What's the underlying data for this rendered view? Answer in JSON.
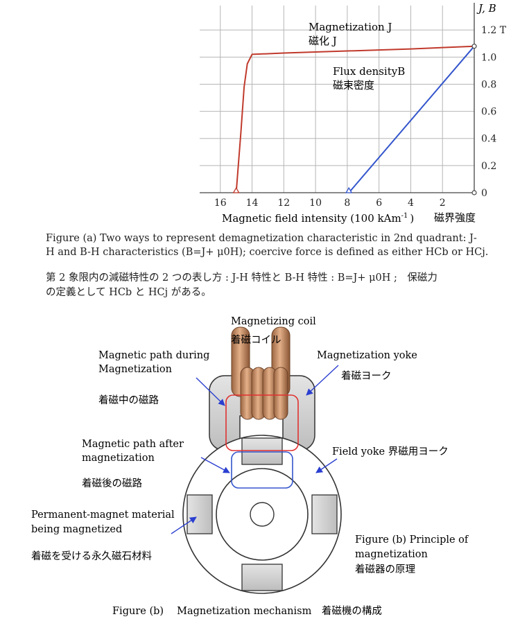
{
  "figure_a": {
    "chart_data": {
      "type": "line",
      "xlabel": "Magnetic field intensity (100 kAm",
      "xlabel_sup": "-1",
      "xlabel_close": ")",
      "xlabel_ja": "磁界強度",
      "ylabel": "J, B",
      "y_unit": "T",
      "x_ticks": [
        16,
        14,
        12,
        10,
        8,
        6,
        4,
        2
      ],
      "y_ticks": [
        0,
        0.2,
        0.4,
        0.6,
        0.8,
        1.0,
        1.2
      ],
      "y_tick_labels": [
        "0",
        "0.2",
        "0.4",
        "0.6",
        "0.8",
        "1.0",
        "1.2 T"
      ],
      "xlim": [
        17.3,
        0
      ],
      "ylim": [
        0,
        1.38
      ],
      "grid": true,
      "series": [
        {
          "name": "Magnetization J",
          "name_ja": "磁化 J",
          "color": "#c0392b",
          "points": [
            [
              15.0,
              0.0
            ],
            [
              14.7,
              0.45
            ],
            [
              14.5,
              0.78
            ],
            [
              14.3,
              0.95
            ],
            [
              14.0,
              1.02
            ],
            [
              12.0,
              1.03
            ],
            [
              8.0,
              1.045
            ],
            [
              4.0,
              1.06
            ],
            [
              0,
              1.08
            ]
          ]
        },
        {
          "name": "Flux densityB",
          "name_ja": "磁束密度",
          "color": "#3355cc",
          "points": [
            [
              7.9,
              0.0
            ],
            [
              0,
              1.08
            ]
          ]
        }
      ]
    },
    "caption_en_1": "Figure (a) Two ways to represent demagnetization characteristic in 2nd quadrant: J-",
    "caption_en_2": "H and B-H characteristics (B=J+ μ0H); coercive force is defined as either HCb or HCj.",
    "caption_ja_1": "第 2 象限内の減磁特性の 2 つの表し方 : J-H 特性と B-H 特性 : B=J+ μ0H ;　保磁力",
    "caption_ja_2": "の定義として HCb と HCj がある。"
  },
  "figure_b": {
    "coil_en": "Magnetizing coil",
    "coil_ja": "着磁コイル",
    "path_during_en_1": "Magnetic path during",
    "path_during_en_2": "Magnetization",
    "path_during_ja": "着磁中の磁路",
    "yoke_en": "Magnetization yoke",
    "yoke_ja": "着磁ヨーク",
    "path_after_en_1": "Magnetic path after",
    "path_after_en_2": "magnetization",
    "path_after_ja": "着磁後の磁路",
    "field_yoke": "Field yoke  界磁用ヨーク",
    "pm_en_1": "Permanent-magnet material",
    "pm_en_2": "being magnetized",
    "pm_ja": "着磁を受ける永久磁石材料",
    "principle_en_1": "Figure (b) Principle of",
    "principle_en_2": "magnetization",
    "principle_ja": "着磁器の原理",
    "bottom_caption": "Figure (b)　 Magnetization mechanism　着磁機の構成",
    "colors": {
      "coil": "#c8906a",
      "red_path": "#e03030",
      "blue_path": "#3355cc",
      "arrow": "#2b3fd0"
    }
  }
}
